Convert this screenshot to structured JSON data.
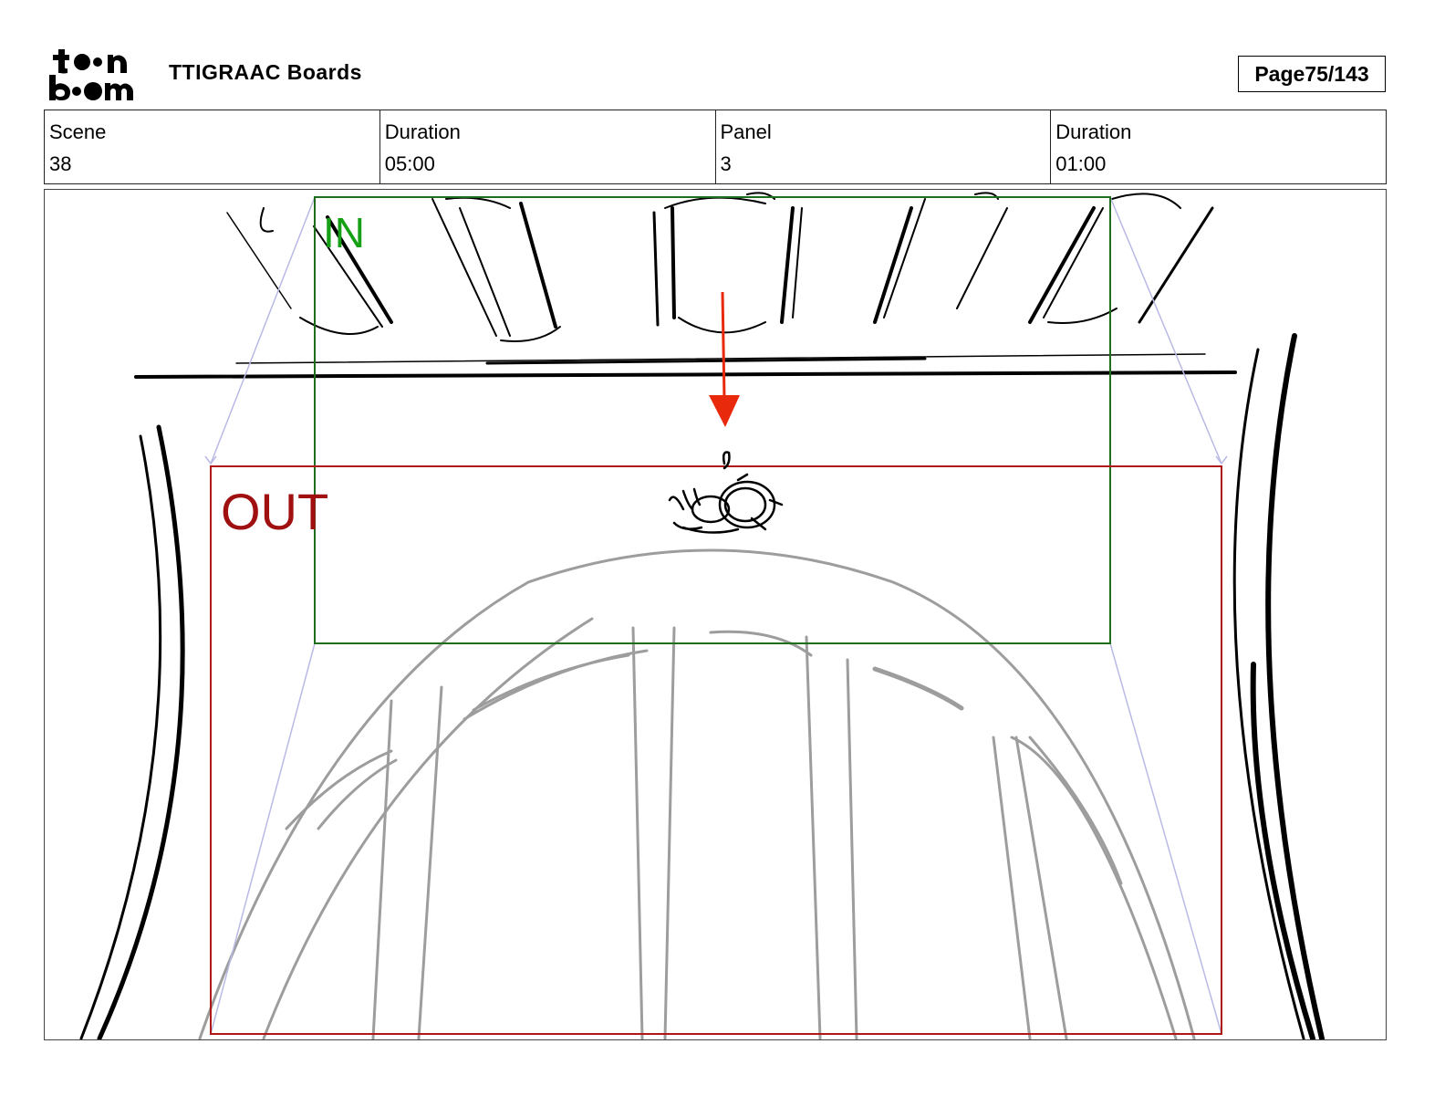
{
  "header": {
    "project_title": "TTIGRAAC Boards",
    "page_label": "Page",
    "page_value": "75/143",
    "logo_icon": "toonboom-logo-icon"
  },
  "info": {
    "scene_label": "Scene",
    "scene_value": "38",
    "scene_duration_label": "Duration",
    "scene_duration_value": "05:00",
    "panel_label": "Panel",
    "panel_value": "3",
    "panel_duration_label": "Duration",
    "panel_duration_value": "01:00"
  },
  "panel": {
    "in_label": "IN",
    "out_label": "OUT",
    "in_color": "#16a016",
    "out_color": "#a01010",
    "arrow_color": "#e8290b"
  }
}
